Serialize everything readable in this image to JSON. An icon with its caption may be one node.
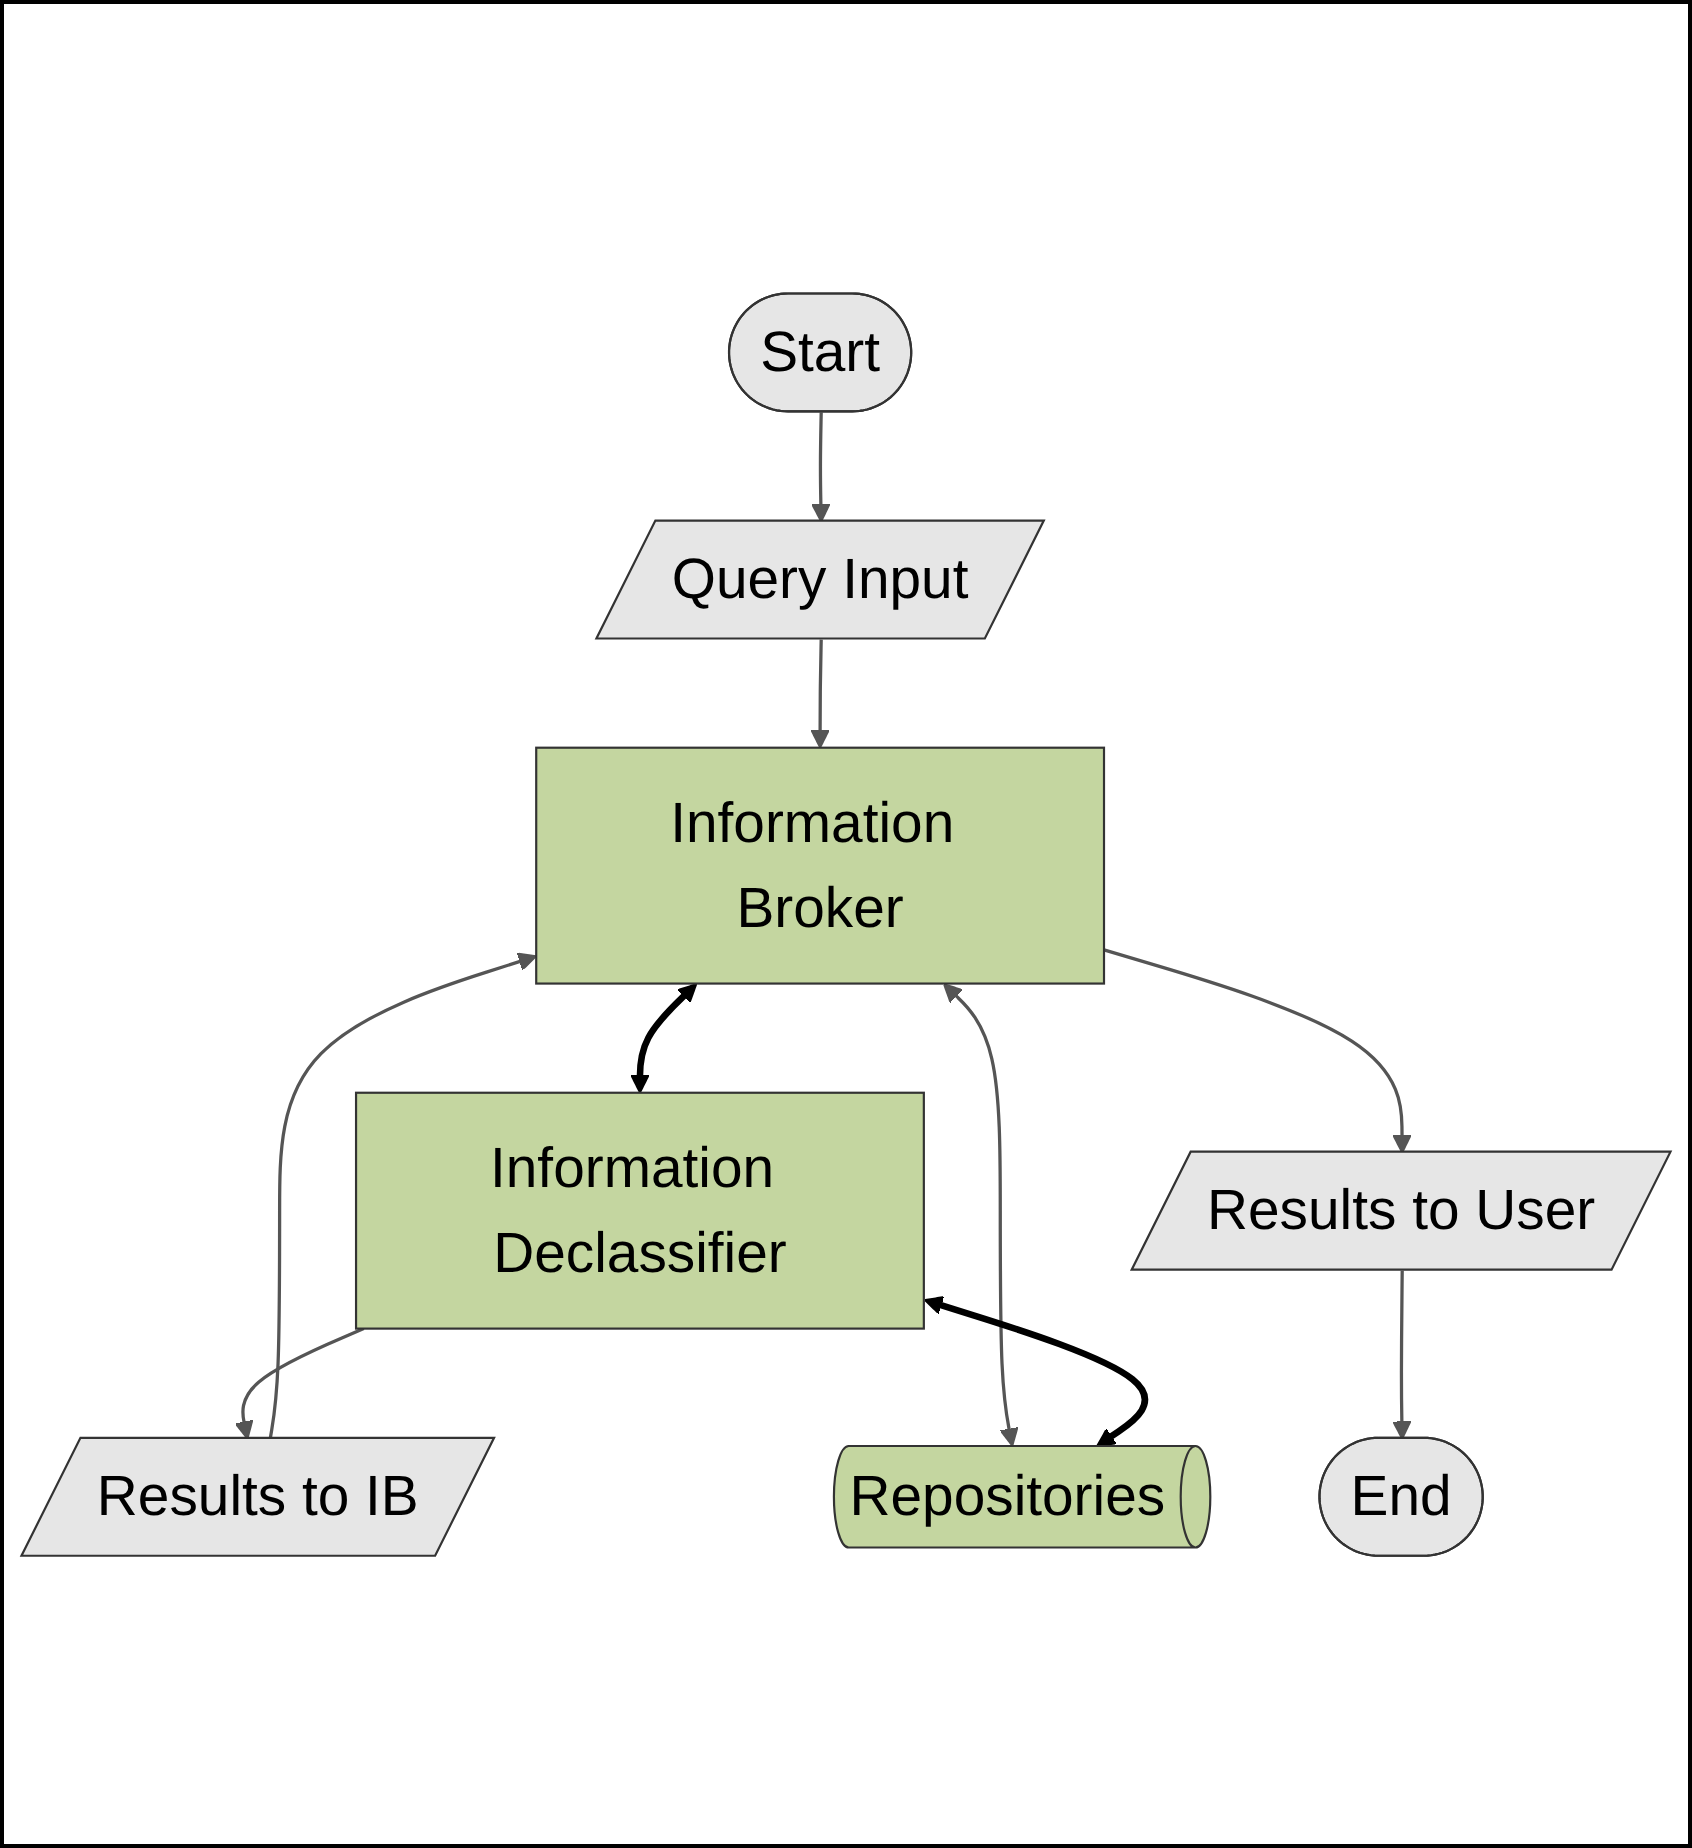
{
  "diagram": {
    "nodes": [
      {
        "text": [
          "Start"
        ]
      },
      {
        "text": [
          "Query Input"
        ]
      },
      {
        "text": [
          "Information Broker"
        ]
      },
      {
        "text": [
          "Information Declassifier"
        ]
      },
      {
        "text": [
          "Results to IB"
        ]
      },
      {
        "text": [
          "Repositories"
        ]
      },
      {
        "text": [
          "Results to User"
        ]
      },
      {
        "text": [
          "End"
        ]
      }
    ],
    "edges": [
      {
        "from": 0,
        "to": 1,
        "arrow": "to"
      },
      {
        "from": 1,
        "to": 2,
        "arrow": "to"
      },
      {
        "from": 2,
        "to": 3,
        "arrow": "both",
        "style": "thick",
        "color": "#000000"
      },
      {
        "from": 3,
        "to": 4,
        "arrow": "to"
      },
      {
        "from": 4,
        "to": 2,
        "arrow": "to"
      },
      {
        "from": 2,
        "to": 5,
        "arrow": "both"
      },
      {
        "from": 3,
        "to": 5,
        "arrow": "both",
        "style": "thick",
        "color": "#000000"
      },
      {
        "from": 2,
        "to": 6,
        "arrow": "to"
      },
      {
        "from": 6,
        "to": 7,
        "arrow": "to"
      }
    ]
  }
}
